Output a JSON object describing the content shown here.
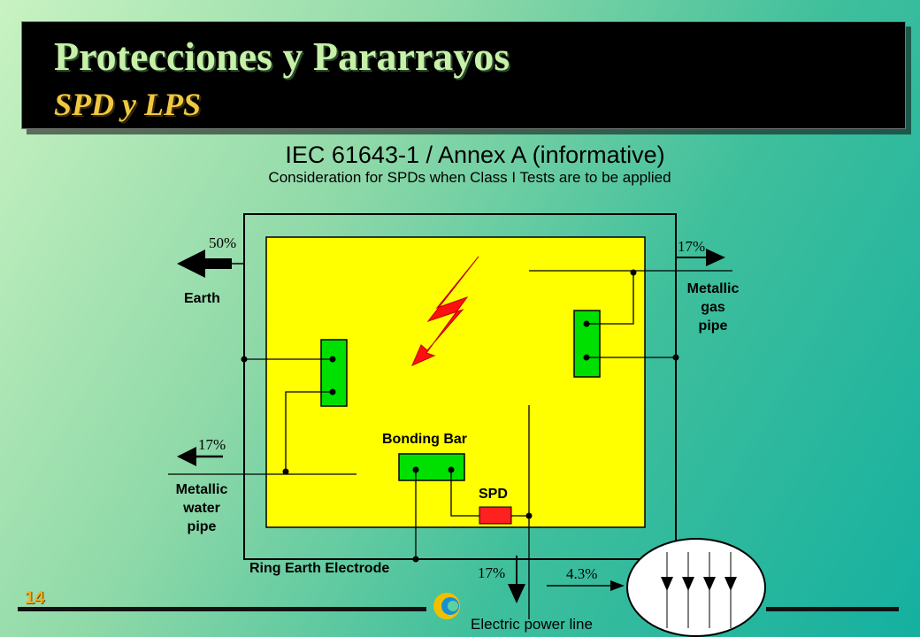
{
  "slide": {
    "title": "Protecciones y Pararrayos",
    "subtitle": "SPD y LPS",
    "number": "14"
  },
  "diagram": {
    "heading": "IEC 61643-1 / Annex A (informative)",
    "subheading": "Consideration for SPDs when Class I Tests are to be applied",
    "labels": {
      "earth_pct": "50%",
      "earth": "Earth",
      "gas_pct": "17%",
      "gas_line1": "Metallic",
      "gas_line2": "gas",
      "gas_line3": "pipe",
      "water_pct": "17%",
      "water_line1": "Metallic",
      "water_line2": "water",
      "water_line3": "pipe",
      "bonding_bar": "Bonding Bar",
      "spd": "SPD",
      "ring_electrode": "Ring Earth Electrode",
      "power_pct": "17%",
      "power_line": "Electric power line",
      "cable_pct": "4.3%"
    },
    "colors": {
      "building": "#ffff00",
      "terminal": "#00e000",
      "spd": "#ff2020",
      "lightning": "#ff1010",
      "wire": "#000000"
    }
  },
  "icons": {
    "logo": "company-logo-icon",
    "lightning": "lightning-bolt-icon"
  }
}
